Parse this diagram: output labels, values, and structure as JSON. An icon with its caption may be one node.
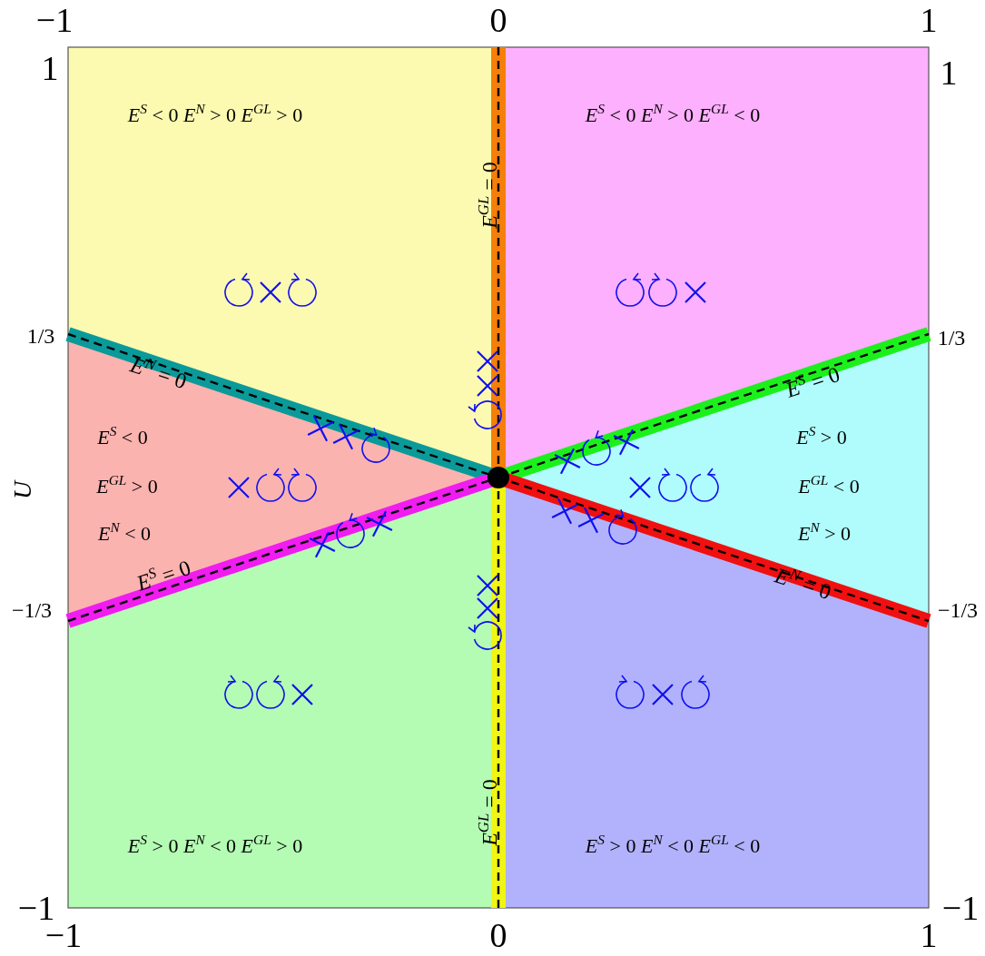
{
  "diagram": {
    "labels": [
      "−1",
      "0",
      "1",
      "1",
      "1",
      "*E*$^{S}$ < 0 *E*$^{N}$ > 0 *E*$^{GL}$ > 0",
      "*E*$^{S}$ < 0 *E*$^{N}$ > 0 *E*$^{GL}$ < 0",
      "*E*$^{GL}$ = 0",
      "1/3",
      "1/3",
      "*E*$^{N}$ = 0",
      "*E*$^{S}$ = 0",
      "*E*$^{S}$ < 0",
      "*E*$^{S}$ > 0",
      "*U*",
      "*E*$^{GL}$ > 0",
      "*E*$^{GL}$ < 0",
      "*E*$^{N}$ < 0",
      "*E*$^{N}$ > 0",
      "*E*$^{S}$ = 0",
      "*E*$^{N}$ = 0",
      "−1/3",
      "−1/3",
      "*E*$^{GL}$ = 0",
      "*E*$^{S}$ > 0 *E*$^{N}$ < 0 *E*$^{GL}$ > 0",
      "*E*$^{S}$ > 0 *E*$^{N}$ < 0 *E*$^{GL}$ < 0",
      "−1",
      "−1",
      "−1",
      "0",
      "1"
    ]
  }
}
